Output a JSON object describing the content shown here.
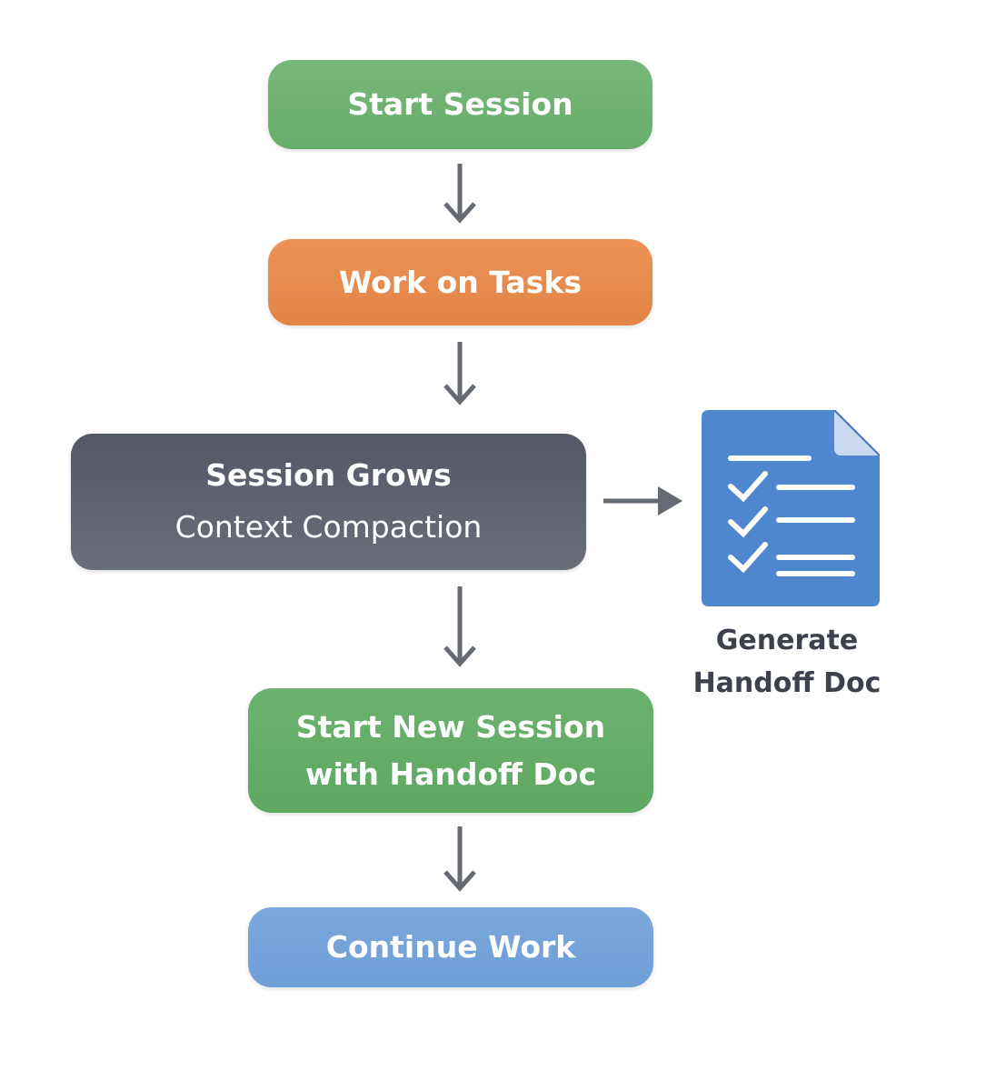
{
  "nodes": {
    "start_session": {
      "line1": "Start Session"
    },
    "work_on_tasks": {
      "line1": "Work on Tasks"
    },
    "session_grows": {
      "line1": "Session Grows",
      "line2": "Context Compaction"
    },
    "start_new_session": {
      "line1": "Start New Session",
      "line2": "with Handoff Doc"
    },
    "continue_work": {
      "line1": "Continue Work"
    }
  },
  "handoff_doc": {
    "icon": "document-checklist-icon",
    "line1": "Generate",
    "line2": "Handoff Doc"
  },
  "colors": {
    "green": "#6aaf6d",
    "orange": "#e6894b",
    "dark_gray": "#5f636f",
    "blue": "#74a4d9",
    "doc_blue": "#4f86d0",
    "arrow_gray": "#666a73"
  }
}
